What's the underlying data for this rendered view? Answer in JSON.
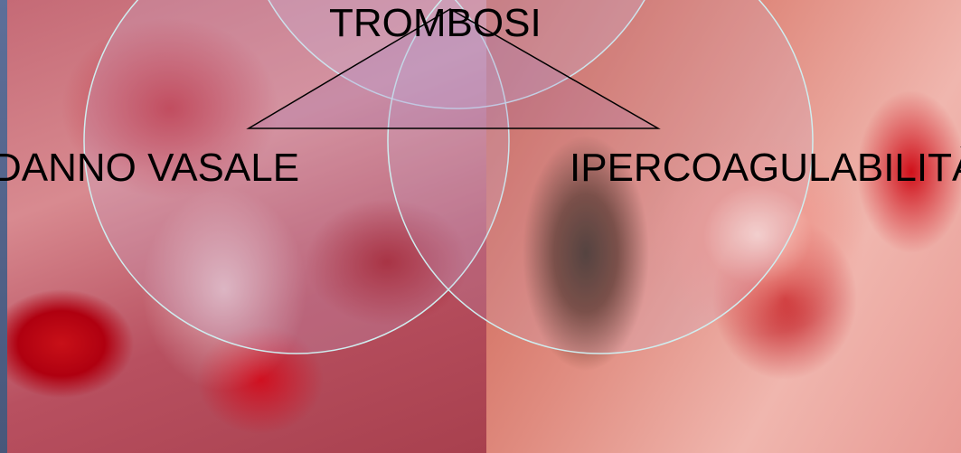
{
  "labels": {
    "top": "TROMBOSI",
    "left": "DANNO VASALE",
    "right": "IPERCOAGULABILITÀ"
  },
  "colors": {
    "circle_stroke": "#cfeef0",
    "circle_fill": "#c9b7e0",
    "triangle_stroke": "#000000",
    "background_edge": "#5a6a8c"
  }
}
